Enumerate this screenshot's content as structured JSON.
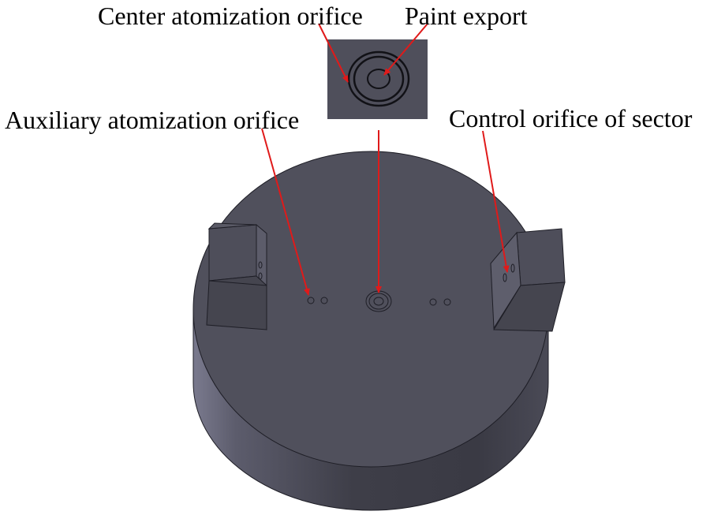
{
  "labels": {
    "center_atomization": "Center atomization orifice",
    "paint_export": "Paint export",
    "auxiliary_atomization": "Auxiliary atomization orifice",
    "control_sector": "Control orifice of sector"
  },
  "colors": {
    "background": "#ffffff",
    "body_top": "#4f4f5b",
    "body_side_light": "#6e6e80",
    "body_side_dark": "#3c3c46",
    "edge": "#1e1e26",
    "arrow": "#e01a1a",
    "label_text": "#000000"
  }
}
